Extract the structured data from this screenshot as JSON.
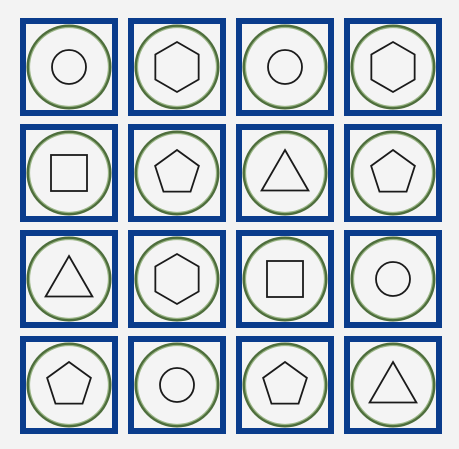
{
  "puzzle": {
    "rows": 4,
    "cols": 4,
    "colors": {
      "tile_border": "#0a3c8c",
      "tile_fill": "#f4f4f4",
      "ring_outer": "#4e6e3c",
      "ring_inner": "#9ab585",
      "shape_stroke": "#1a1a1a",
      "background": "#f3f3f3"
    },
    "tiles": [
      [
        "circle",
        "hexagon",
        "circle",
        "hexagon"
      ],
      [
        "square",
        "pentagon",
        "triangle",
        "pentagon"
      ],
      [
        "triangle",
        "hexagon",
        "square",
        "circle"
      ],
      [
        "pentagon",
        "circle",
        "pentagon",
        "triangle"
      ]
    ]
  }
}
